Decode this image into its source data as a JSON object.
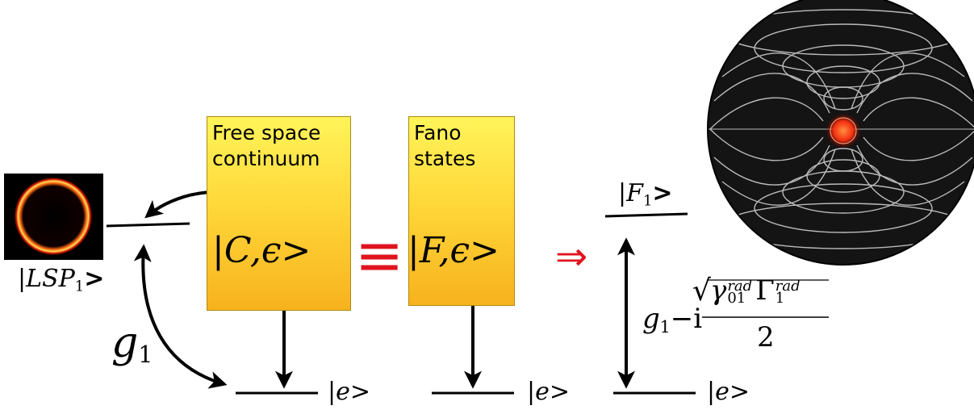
{
  "continuum_box": {
    "title": "Free space\ncontinuum",
    "state": "|C,ϵ>"
  },
  "fano_box": {
    "title": "Fano\nstates",
    "state": "|F,ϵ>"
  },
  "equivalence_symbol": "≡",
  "implies_symbol": "⇒",
  "lsp_state": {
    "bar": "|",
    "name": "LSP",
    "sub": "1",
    "close": ">"
  },
  "excited_state": "|e>",
  "coupling": {
    "symbol": "g",
    "sub": "1"
  },
  "fano_level": {
    "bar": "|",
    "name": "F",
    "sub": "1",
    "close": ">"
  },
  "effective_coupling": {
    "g": "g",
    "g_sub": "1",
    "minus_i": "−i",
    "root": "√",
    "gamma": "γ",
    "gamma_sup": "rad",
    "gamma_sub": "01",
    "Gamma": "Γ",
    "Gamma_sup": "rad",
    "Gamma_sub": "1",
    "denominator": "2"
  },
  "colors": {
    "box_top": "#fff45a",
    "box_bottom": "#f7b21e",
    "red_symbols": "#e0141e",
    "glow": "#ff5a10"
  }
}
